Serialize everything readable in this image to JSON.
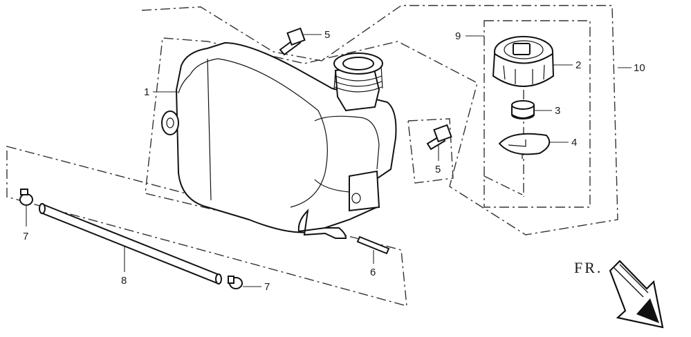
{
  "diagram": {
    "direction_label": "FR.",
    "callouts": [
      {
        "number": "1",
        "part": "fuel-tank"
      },
      {
        "number": "2",
        "part": "fuel-cap"
      },
      {
        "number": "3",
        "part": "cap-gasket"
      },
      {
        "number": "4",
        "part": "cap-plate"
      },
      {
        "number": "5",
        "part": "bolt-top"
      },
      {
        "number": "5",
        "part": "bolt-side"
      },
      {
        "number": "6",
        "part": "stud-bolt"
      },
      {
        "number": "7",
        "part": "hose-clip-left"
      },
      {
        "number": "7",
        "part": "hose-clip-right"
      },
      {
        "number": "8",
        "part": "fuel-hose"
      },
      {
        "number": "9",
        "part": "cap-assembly"
      },
      {
        "number": "10",
        "part": "fuel-tank-assembly"
      }
    ],
    "colors": {
      "line": "#111111",
      "background": "#ffffff"
    }
  }
}
